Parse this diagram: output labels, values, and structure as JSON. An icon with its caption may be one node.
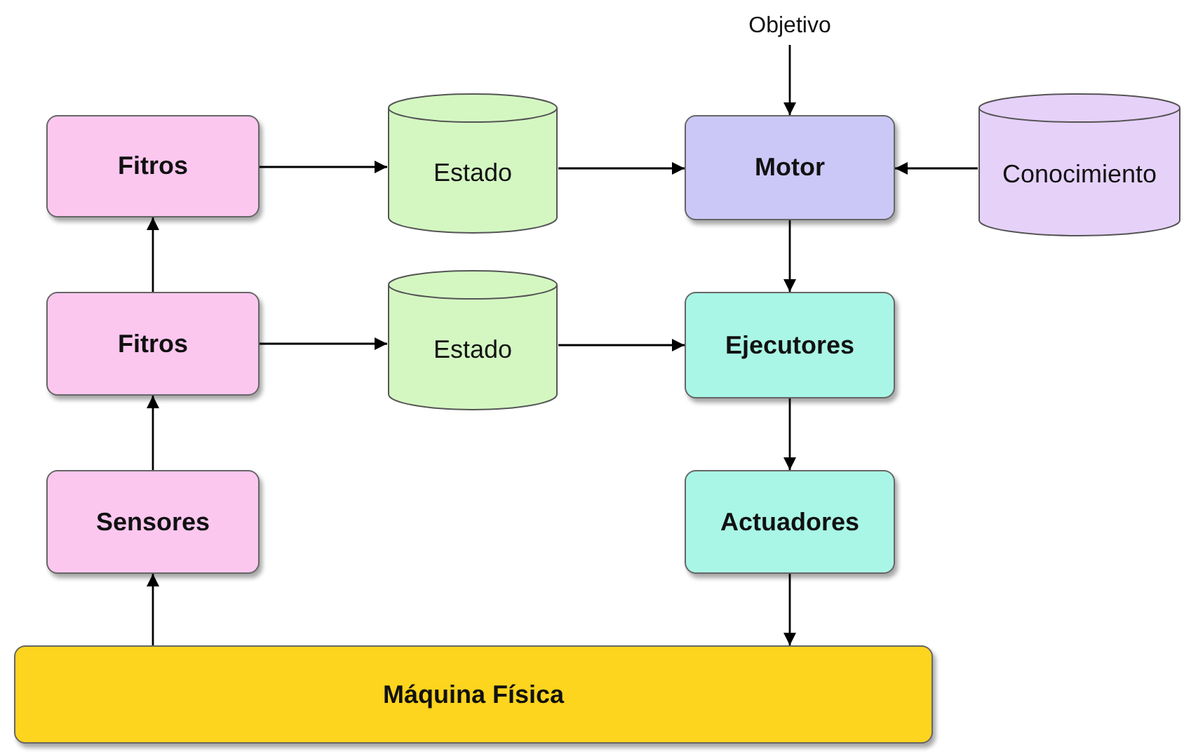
{
  "diagram": {
    "nodes": [
      {
        "text": [
          "Objetivo"
        ]
      },
      {
        "text": [
          "Fitros"
        ]
      },
      {
        "text": [
          "Estado"
        ]
      },
      {
        "text": [
          "Motor"
        ]
      },
      {
        "text": [
          "Conocimiento"
        ]
      },
      {
        "text": [
          "Fitros"
        ]
      },
      {
        "text": [
          "Estado"
        ]
      },
      {
        "text": [
          "Ejecutores"
        ]
      },
      {
        "text": [
          "Sensores"
        ]
      },
      {
        "text": [
          "Actuadores"
        ]
      },
      {
        "text": [
          "Máquina Física"
        ]
      }
    ],
    "edges": [
      {
        "from": 0,
        "to": 3,
        "arrow": "to"
      },
      {
        "from": 1,
        "to": 2,
        "arrow": "to"
      },
      {
        "from": 2,
        "to": 3,
        "arrow": "to"
      },
      {
        "from": 4,
        "to": 3,
        "arrow": "to"
      },
      {
        "from": 5,
        "to": 1,
        "arrow": "to"
      },
      {
        "from": 5,
        "to": 6,
        "arrow": "to"
      },
      {
        "from": 6,
        "to": 7,
        "arrow": "to"
      },
      {
        "from": 3,
        "to": 7,
        "arrow": "to"
      },
      {
        "from": 7,
        "to": 9,
        "arrow": "to"
      },
      {
        "from": 8,
        "to": 5,
        "arrow": "to"
      },
      {
        "from": 9,
        "to": 10,
        "arrow": "to"
      },
      {
        "from": 10,
        "to": 8,
        "arrow": "to"
      }
    ]
  }
}
